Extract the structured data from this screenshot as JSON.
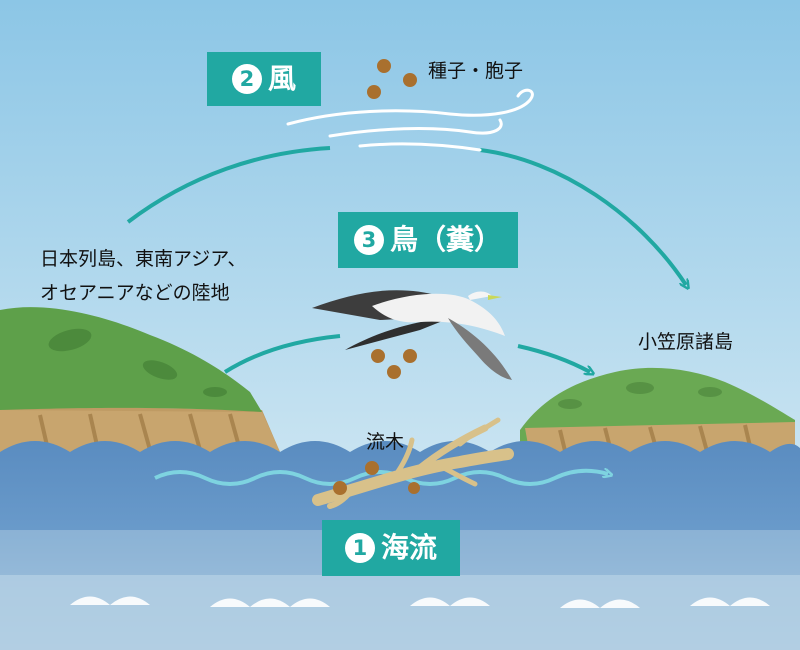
{
  "badges": {
    "wind": {
      "number": "2",
      "label": "風"
    },
    "bird": {
      "number": "3",
      "label": "鳥（糞）"
    },
    "ocean": {
      "number": "1",
      "label": "海流"
    }
  },
  "labels": {
    "seeds": "種子・胞子",
    "origin_line1": "日本列島、東南アジア、",
    "origin_line2": "オセアニアなどの陸地",
    "destination": "小笠原諸島",
    "driftwood": "流木"
  },
  "colors": {
    "sky_top": "#8cc6e6",
    "sky_bottom": "#dcedf5",
    "sea": "#5e8fc2",
    "sea_deep": "#4f7fb6",
    "sea_light": "#a9c8e0",
    "accent": "#21a8a2",
    "island_green": "#5ea04a",
    "cliff": "#c2a06a",
    "seed": "#a9702e",
    "driftwood": "#d8c18a"
  }
}
